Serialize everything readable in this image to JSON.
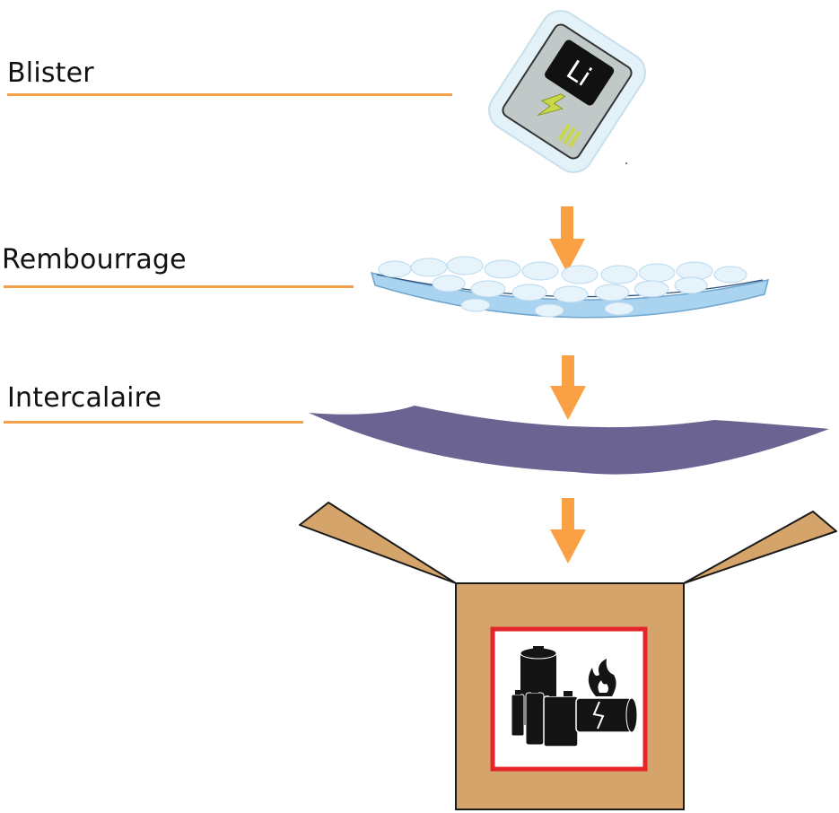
{
  "labels": {
    "blister": "Blister",
    "rembourrage": "Rembourrage",
    "intercalaire": "Intercalaire"
  },
  "battery": {
    "symbol": "Li"
  },
  "colors": {
    "rule_orange": "#f3a04a",
    "arrow_orange": "#f9a144",
    "cardboard": "#d5a46a",
    "label_frame_red": "#e4262a",
    "intercalaire_purple": "#6b6391",
    "padding_blue": "#a9d3ee",
    "blister_frame": "#e3f1f8",
    "battery_grey": "#c0c8c8",
    "battery_bolt_green": "#c8d84a"
  },
  "icons": {
    "battery": "lithium-battery-icon",
    "arrows": "arrow-down-icon",
    "hazard": "battery-fire-hazard-icon"
  }
}
